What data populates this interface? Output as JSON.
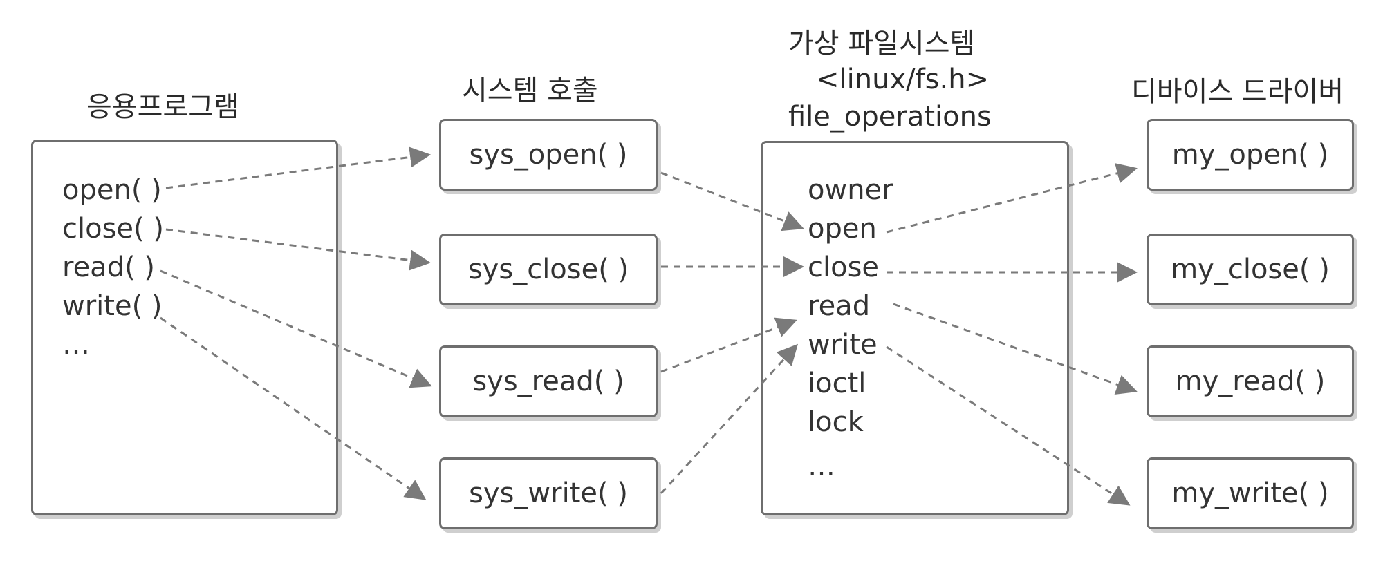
{
  "columns": {
    "application": {
      "title": "응용프로그램",
      "items": [
        "open( )",
        "close( )",
        "read( )",
        "write( )",
        "…"
      ]
    },
    "syscall": {
      "title": "시스템 호출",
      "items": [
        "sys_open( )",
        "sys_close( )",
        "sys_read( )",
        "sys_write( )"
      ]
    },
    "vfs": {
      "title": "가상 파일시스템",
      "header": "<linux/fs.h>",
      "struct": "file_operations",
      "items": [
        "owner",
        "open",
        "close",
        "read",
        "write",
        "ioctl",
        "lock",
        "…"
      ]
    },
    "driver": {
      "title": "디바이스 드라이버",
      "items": [
        "my_open( )",
        "my_close( )",
        "my_read( )",
        "my_write( )"
      ]
    }
  },
  "colors": {
    "border": "#6e6e6e",
    "arrow": "#7a7a7a",
    "shadow": "#cfcfcf"
  }
}
